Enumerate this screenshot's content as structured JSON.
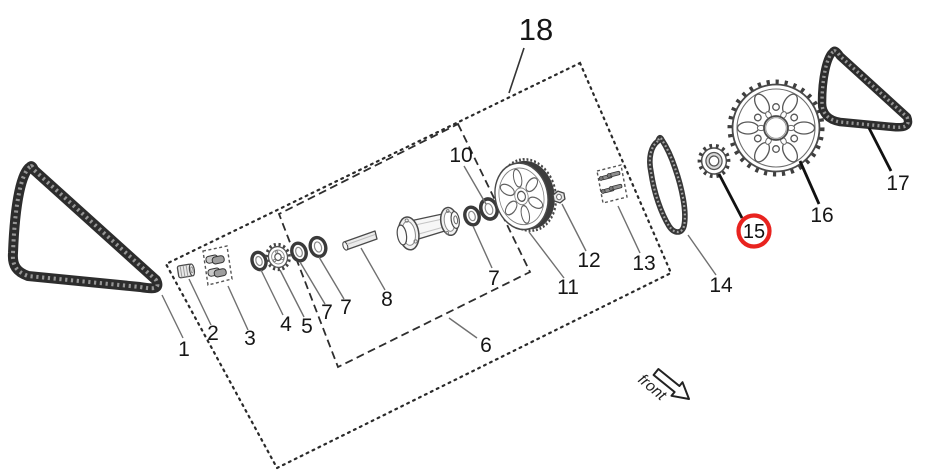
{
  "diagram": {
    "assembly_group_label": "18",
    "subassembly_group_label": "6",
    "front_label": "front",
    "highlighted_part": "15"
  },
  "callouts": {
    "c1": "1",
    "c2": "2",
    "c3": "3",
    "c4": "4",
    "c5": "5",
    "c7a": "7",
    "c7b": "7",
    "c7c": "7",
    "c8": "8",
    "c10": "10",
    "c6": "6",
    "c11": "11",
    "c12": "12",
    "c13": "13",
    "c14": "14",
    "c15": "15",
    "c16": "16",
    "c17": "17",
    "c18": "18"
  },
  "colors": {
    "background": "#ffffff",
    "ink": "#1a1a1a",
    "leader": "#6e6e6e",
    "highlight": "#e8231f"
  }
}
